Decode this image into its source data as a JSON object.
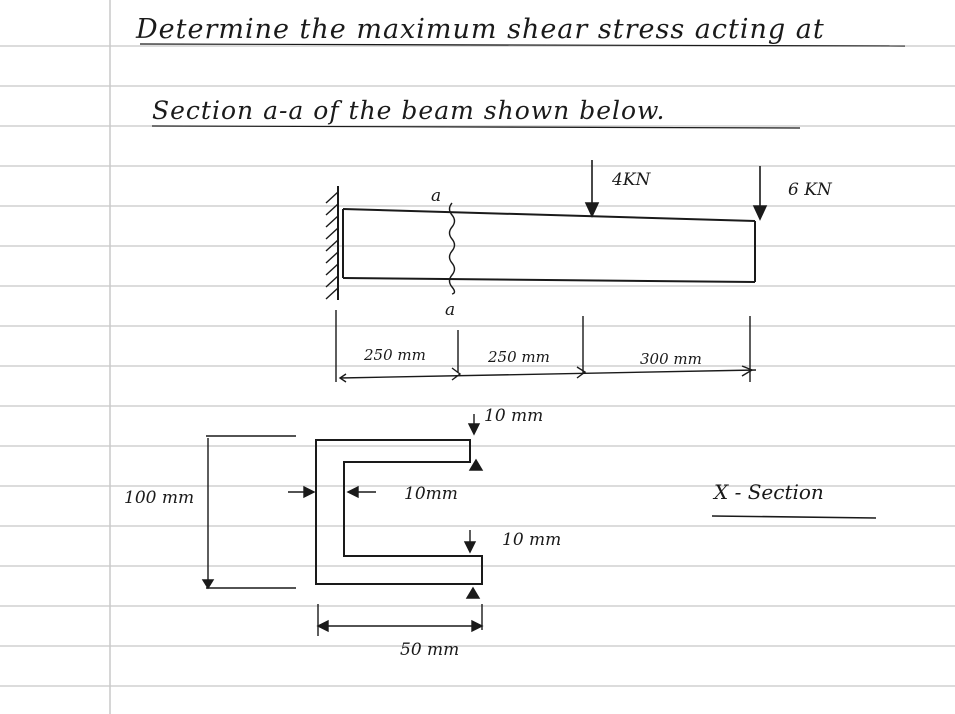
{
  "problem": {
    "line1": "Determine the maximum shear stress acting at",
    "line2": "Section  a-a  of the beam shown below."
  },
  "beam": {
    "section_label_top": "a",
    "section_label_bottom": "a",
    "load_1": "4KN",
    "load_2": "6 KN",
    "span_1": "250 mm",
    "span_2": "250 mm",
    "span_3": "300 mm"
  },
  "cross_section": {
    "flange_thickness_top": "10 mm",
    "web_thickness": "10mm",
    "flange_thickness_bottom": "10 mm",
    "height": "100 mm",
    "width": "50 mm",
    "caption": "X - Section"
  },
  "colors": {
    "ink": "#1a1a1a",
    "ruling": "#b8b8b8",
    "margin": "#c9c9c9"
  }
}
